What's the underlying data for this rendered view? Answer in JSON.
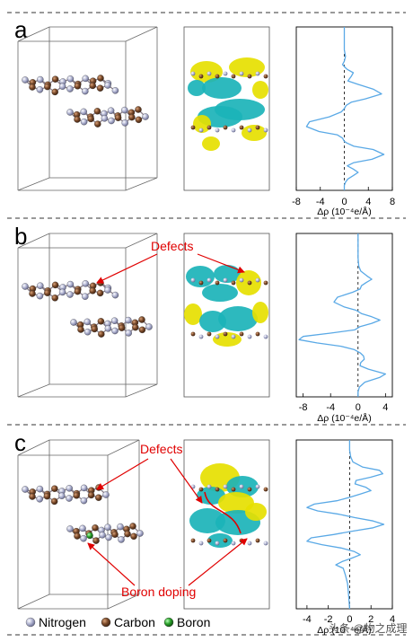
{
  "panels": [
    {
      "label": "a",
      "annotations": [],
      "chart": {
        "xticks": [
          -8,
          -4,
          0,
          4,
          8
        ],
        "xlim": [
          -8,
          8
        ],
        "xlabel": "Δρ (10⁻⁴e/Å)"
      }
    },
    {
      "label": "b",
      "annotations": [
        "Defects"
      ],
      "chart": {
        "xticks": [
          -8,
          -4,
          0,
          4
        ],
        "xlim": [
          -9,
          5
        ],
        "xlabel": "Δρ (10⁻⁴e/Å)"
      }
    },
    {
      "label": "c",
      "annotations": [
        "Defects",
        "Boron doping"
      ],
      "chart": {
        "xticks": [
          -4,
          -2,
          0,
          2,
          4
        ],
        "xlim": [
          -5,
          4
        ],
        "xlabel": "Δρ (10⁻⁴e/Å)"
      }
    }
  ],
  "legend": [
    {
      "label": "Nitrogen",
      "color": "#a9abc8"
    },
    {
      "label": "Carbon",
      "color": "#7a4a2a"
    },
    {
      "label": "Boron",
      "color": "#2aa02a"
    }
  ],
  "colors": {
    "curve": "#5aa9e6",
    "isoYellow": "#e6e000",
    "isoCyan": "#1bb3b8",
    "annotation": "#e00000"
  },
  "watermark": "头条 @物之成理",
  "chart_data": [
    {
      "type": "line",
      "xlim": [
        -8,
        8
      ],
      "series": [
        {
          "x": [
            0,
            0,
            0,
            0.2,
            0,
            -0.3,
            0.2,
            0.5,
            1.5,
            1.2,
            0.6,
            2.2,
            4.8,
            6.2,
            3.5,
            1.2,
            0.3,
            0,
            -0.5,
            -2.5,
            -5.8,
            -6.3,
            -4.2,
            -1.2,
            -0.3,
            0,
            0.4,
            1.6,
            4.8,
            6.6,
            4.6,
            1.6,
            0.5,
            1.5,
            2.3,
            1.5,
            0.6,
            0.2,
            0,
            0,
            0
          ],
          "y": [
            0,
            0.08,
            0.14,
            0.18,
            0.21,
            0.23,
            0.25,
            0.26,
            0.28,
            0.3,
            0.33,
            0.35,
            0.38,
            0.41,
            0.44,
            0.46,
            0.48,
            0.5,
            0.52,
            0.55,
            0.58,
            0.61,
            0.64,
            0.66,
            0.68,
            0.7,
            0.71,
            0.73,
            0.75,
            0.78,
            0.81,
            0.83,
            0.85,
            0.87,
            0.89,
            0.91,
            0.93,
            0.95,
            0.97,
            0.99,
            1.0
          ]
        }
      ]
    },
    {
      "type": "line",
      "xlim": [
        -9,
        5
      ],
      "series": [
        {
          "x": [
            0,
            0,
            0,
            0.1,
            0.4,
            1.3,
            2.0,
            1.2,
            0.5,
            0.3,
            -0.8,
            -3.0,
            -3.5,
            -2.0,
            -0.3,
            0.5,
            2.0,
            3.2,
            2.0,
            0.3,
            -0.5,
            -4.0,
            -8.0,
            -8.6,
            -6.0,
            -2.5,
            -0.6,
            0.3,
            0.8,
            0.9,
            0.4,
            0.3,
            1.5,
            4.0,
            3.2,
            1.0,
            0.2,
            0,
            0
          ],
          "y": [
            0,
            0.08,
            0.15,
            0.2,
            0.23,
            0.26,
            0.28,
            0.3,
            0.32,
            0.34,
            0.36,
            0.39,
            0.42,
            0.45,
            0.47,
            0.49,
            0.51,
            0.53,
            0.55,
            0.57,
            0.59,
            0.61,
            0.63,
            0.65,
            0.67,
            0.69,
            0.71,
            0.73,
            0.75,
            0.77,
            0.79,
            0.81,
            0.83,
            0.86,
            0.88,
            0.91,
            0.94,
            0.97,
            1.0
          ]
        }
      ]
    },
    {
      "type": "line",
      "xlim": [
        -5,
        4
      ],
      "series": [
        {
          "x": [
            0,
            0,
            0.1,
            0.3,
            1.2,
            2.8,
            3.1,
            2.0,
            0.6,
            0.5,
            1.5,
            2.0,
            1.0,
            0,
            -1.2,
            -3.3,
            -4.0,
            -3.0,
            -1.0,
            0.5,
            2.2,
            3.2,
            2.2,
            0.3,
            -1.5,
            -3.6,
            -4.0,
            -2.6,
            -0.8,
            0.4,
            1.0,
            0.2,
            -0.7,
            -1.3,
            -0.6,
            -0.4,
            -0.2,
            -0.1,
            0
          ],
          "y": [
            0,
            0.06,
            0.1,
            0.13,
            0.16,
            0.18,
            0.2,
            0.22,
            0.24,
            0.26,
            0.28,
            0.3,
            0.32,
            0.34,
            0.36,
            0.38,
            0.4,
            0.42,
            0.44,
            0.46,
            0.48,
            0.5,
            0.52,
            0.54,
            0.56,
            0.58,
            0.6,
            0.62,
            0.64,
            0.66,
            0.68,
            0.7,
            0.72,
            0.74,
            0.76,
            0.8,
            0.85,
            0.92,
            1.0
          ]
        }
      ]
    }
  ]
}
